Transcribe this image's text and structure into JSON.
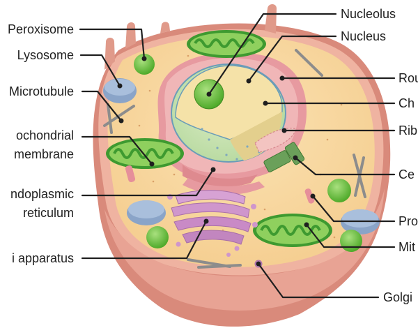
{
  "labels": {
    "nucleolus": "Nucleolus",
    "nucleus": "Nucleus",
    "rough_er": "Rou",
    "chromatin": "Ch",
    "ribosomes": "Rib",
    "centrosome": "Ce",
    "protein": "Pro",
    "mitochondria": "Mit",
    "golgi_vesicle": "Golgi",
    "peroxisome": "Peroxisome",
    "lysosome": "Lysosome",
    "microtubule": "Microtubule",
    "mito_membrane_1": "ochondrial",
    "mito_membrane_2": "membrane",
    "smooth_er_1": "ndoplasmic",
    "smooth_er_2": "reticulum",
    "golgi_apparatus": "i apparatus"
  },
  "colors": {
    "cell_membrane": "#dd8f80",
    "cytoplasm": "#f8d69d",
    "nucleus_fill": "#c9e3b3",
    "nucleolus": "#56ad2e",
    "golgi": "#c993c8",
    "lysosome": "#8fa7c9",
    "peroxisome": "#7ccb4d",
    "er": "#e89aa0",
    "label_line": "#1f1f1f"
  }
}
